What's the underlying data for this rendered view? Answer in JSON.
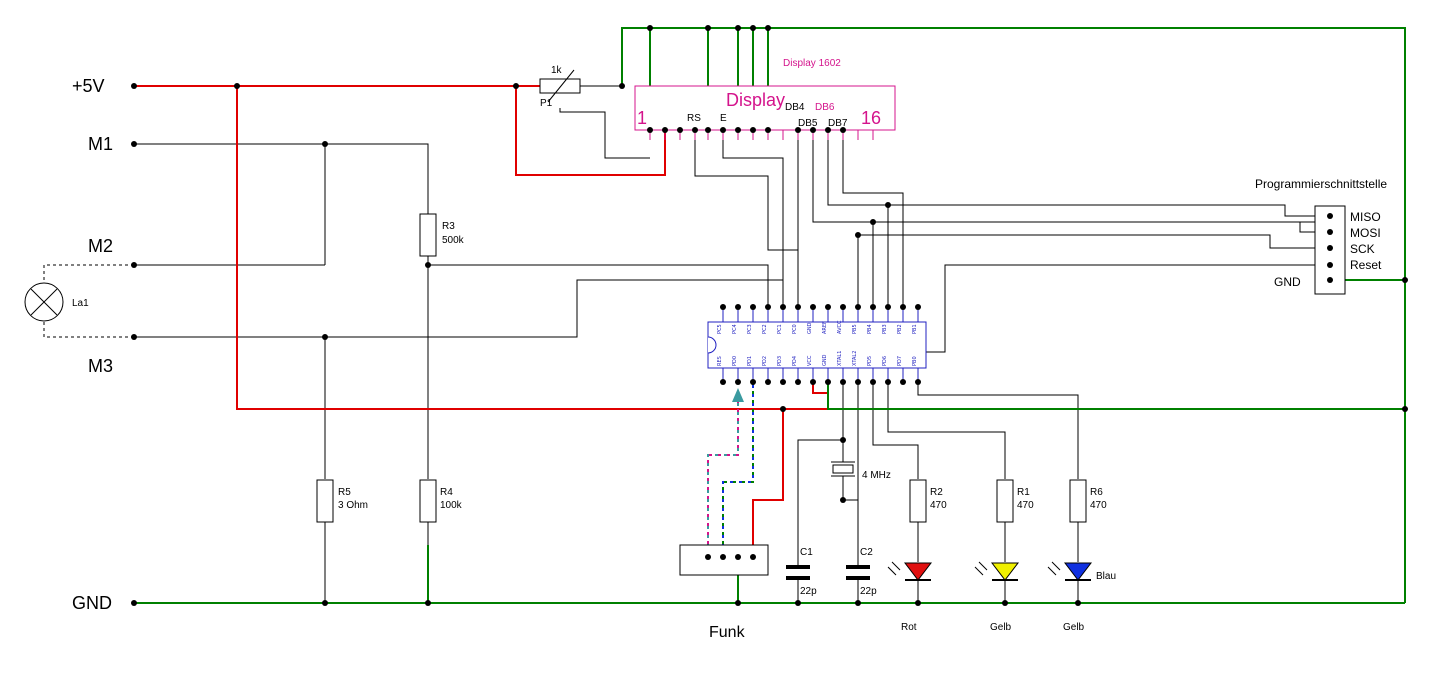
{
  "rails": {
    "vcc": "+5V",
    "m1": "M1",
    "m2": "M2",
    "m3": "M3",
    "gnd": "GND"
  },
  "lamp": {
    "label": "La1"
  },
  "potentiometer": {
    "name": "P1",
    "value": "1k"
  },
  "display": {
    "title": "Display 1602",
    "label": "Display",
    "pin_first": "1",
    "pin_last": "16",
    "pin_rs": "RS",
    "pin_e": "E",
    "pin_db4": "DB4",
    "pin_db5": "DB5",
    "pin_db6": "DB6",
    "pin_db7": "DB7"
  },
  "resistors": {
    "r1": {
      "name": "R1",
      "value": "470"
    },
    "r2": {
      "name": "R2",
      "value": "470"
    },
    "r3": {
      "name": "R3",
      "value": "500k"
    },
    "r4": {
      "name": "R4",
      "value": "100k"
    },
    "r5": {
      "name": "R5",
      "value": "3  Ohm"
    },
    "r6": {
      "name": "R6",
      "value": "470"
    }
  },
  "capacitors": {
    "c1": {
      "name": "C1",
      "value": "22p"
    },
    "c2": {
      "name": "C2",
      "value": "22p"
    }
  },
  "crystal": {
    "value": "4 MHz"
  },
  "programming_interface": {
    "title": "Programmierschnittstelle",
    "pins": [
      "MISO",
      "MOSI",
      "SCK",
      "Reset"
    ],
    "gnd": "GND"
  },
  "radio": {
    "label": "Funk"
  },
  "leds": {
    "red": {
      "label": "Rot",
      "color": "#e01010"
    },
    "yellow": {
      "label": "Gelb",
      "color": "#f0f000"
    },
    "blue": {
      "label": "Gelb",
      "color": "#1030e0",
      "extra": "Blau"
    }
  },
  "mcu": {
    "top_pins": [
      "PC5",
      "PC4",
      "PC3",
      "PC2",
      "PC1",
      "PC0",
      "GND",
      "AREF",
      "AVCC",
      "PB5",
      "PB4",
      "PB3",
      "PB2",
      "PB1"
    ],
    "bottom_pins": [
      "RES",
      "PD0",
      "PD1",
      "PD2",
      "PD3",
      "PD4",
      "VCC",
      "GND",
      "XTAL1",
      "XTAL2",
      "PD5",
      "PD6",
      "PD7",
      "PB0"
    ]
  },
  "colors": {
    "vcc_wire": "#e00000",
    "gnd_wire": "#008000",
    "signal_wire": "#000000",
    "display_accent": "#d4148c",
    "chip_text": "#2020c0",
    "teal_arrow": "#3a9aa0"
  }
}
